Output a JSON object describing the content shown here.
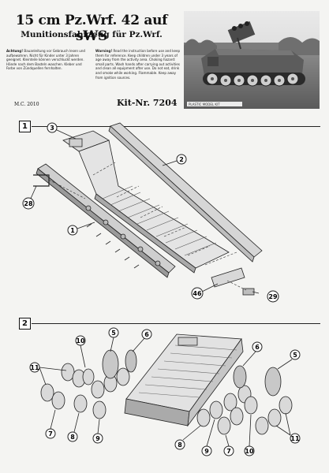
{
  "header": {
    "title": "15 cm Pz.Wrf. 42 auf sWS",
    "subtitle": "Munitionsfahrzeug für Pz.Wrf.",
    "warning_de_label": "Achtung!",
    "warning_de_text": "Bauanleitung vor Gebrauch lesen und aufbewahren. Nicht für Kinder unter 3 Jahren geeignet. Kleinteile können verschluckt werden. Hände nach dem Basteln waschen. Kleber und Farbe von Zündquellen fernhalten.",
    "warning_en_label": "Warning!",
    "warning_en_text": "Read the instruction before use and keep them for reference. Keep children under 3 years of age away from the activity area. Choking hazard: small parts. Wash hands after carrying out activities and clean all equipment after use. Do not eat, drink and smoke while working. Flammable. Keep away from ignition sources.",
    "copyright": "M.C. 2010",
    "kit_number": "Kit-Nr. 7204",
    "photo_caption": "PLASTIC MODEL KIT"
  },
  "steps": [
    {
      "number": "1",
      "callouts": [
        "3",
        "2",
        "28",
        "1",
        "46",
        "29"
      ]
    },
    {
      "number": "2",
      "callouts": [
        "5",
        "6",
        "10",
        "11",
        "7",
        "8",
        "9",
        "6",
        "5",
        "11",
        "8",
        "9",
        "7",
        "10"
      ]
    }
  ]
}
